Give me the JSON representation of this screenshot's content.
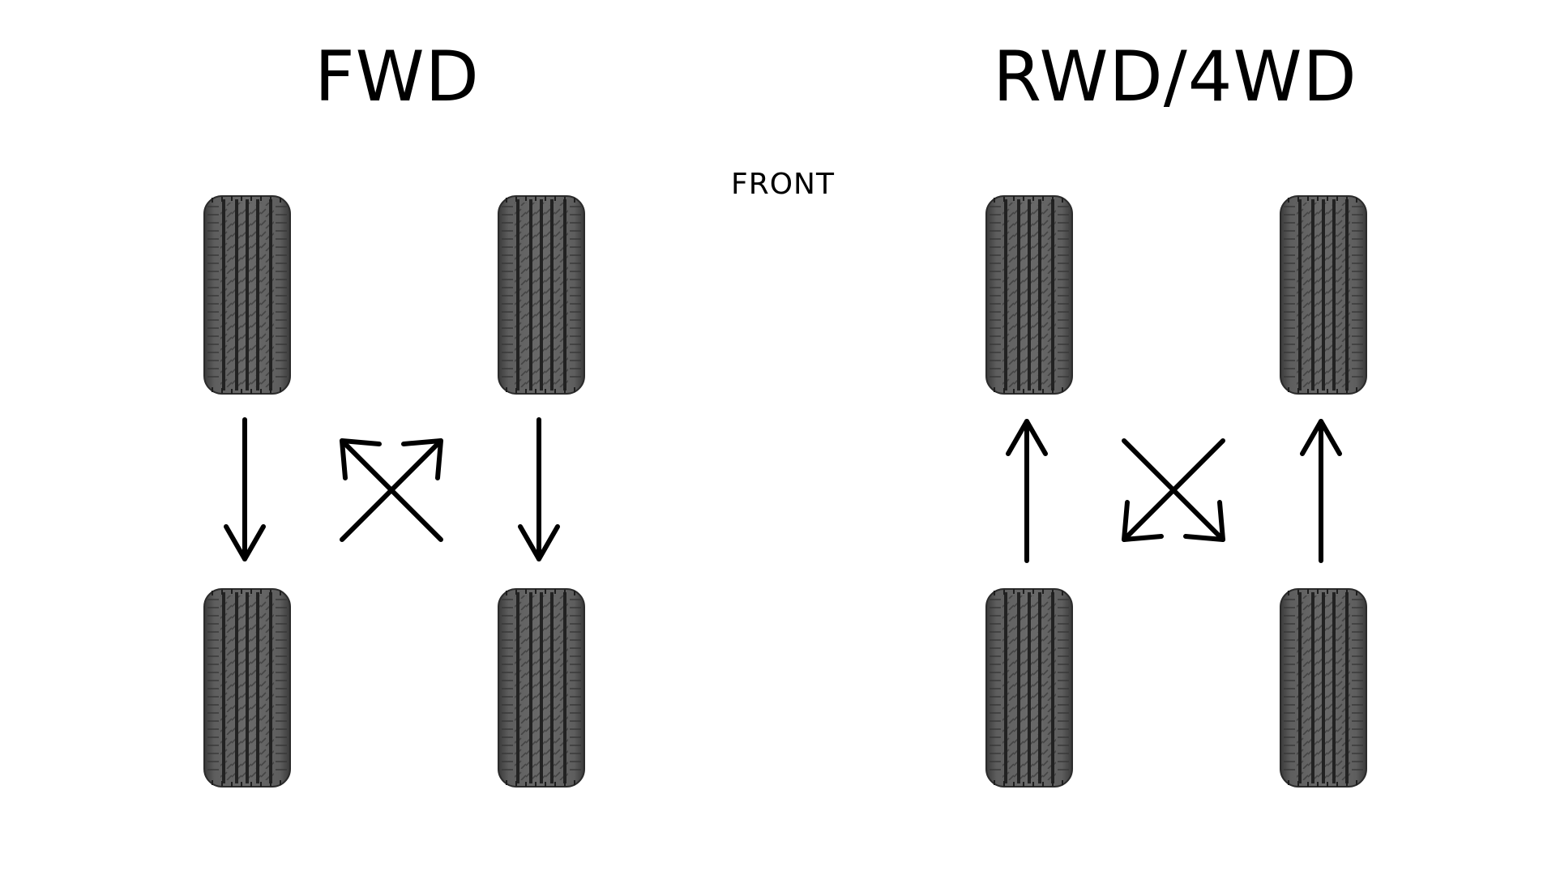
{
  "titles": {
    "fwd": "FWD",
    "rwd": "RWD/4WD"
  },
  "front_label": "FRONT",
  "colors": {
    "tire_body": "#555555",
    "tire_edge": "#2e2e2e",
    "tire_groove": "#262626",
    "tread_line": "#7a7a7a",
    "arrow": "#000000",
    "background": "#ffffff"
  },
  "icons": {
    "tire": "tire-tread-icon",
    "arrow": "arrow-icon"
  }
}
